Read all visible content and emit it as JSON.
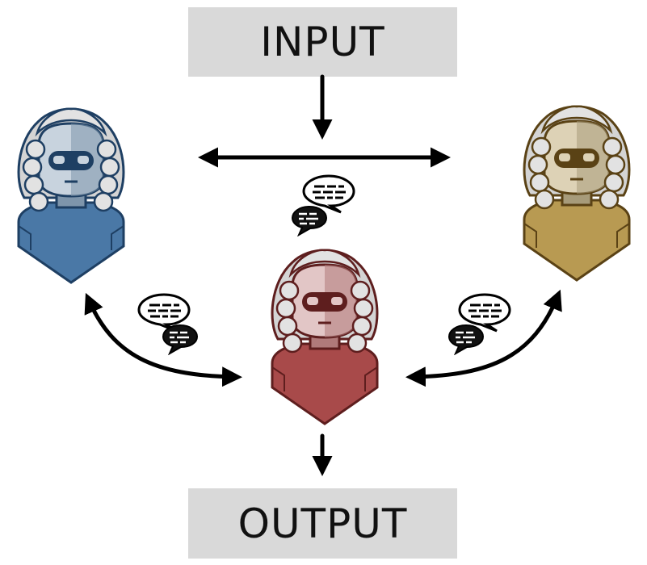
{
  "input_label": "INPUT",
  "output_label": "OUTPUT",
  "colors": {
    "label_bg": "#d9d9d9",
    "blue_agent": "#4a78a6",
    "red_agent": "#a84a4a",
    "gold_agent": "#a68a4a",
    "arrow": "#000000"
  },
  "agents": [
    {
      "name": "blue-judge-robot",
      "color": "#4a78a6"
    },
    {
      "name": "red-judge-robot",
      "color": "#a84a4a"
    },
    {
      "name": "gold-judge-robot",
      "color": "#a68a4a"
    }
  ],
  "icons": [
    "robot-judge-icon",
    "speech-bubble-icon",
    "arrow-icon"
  ]
}
